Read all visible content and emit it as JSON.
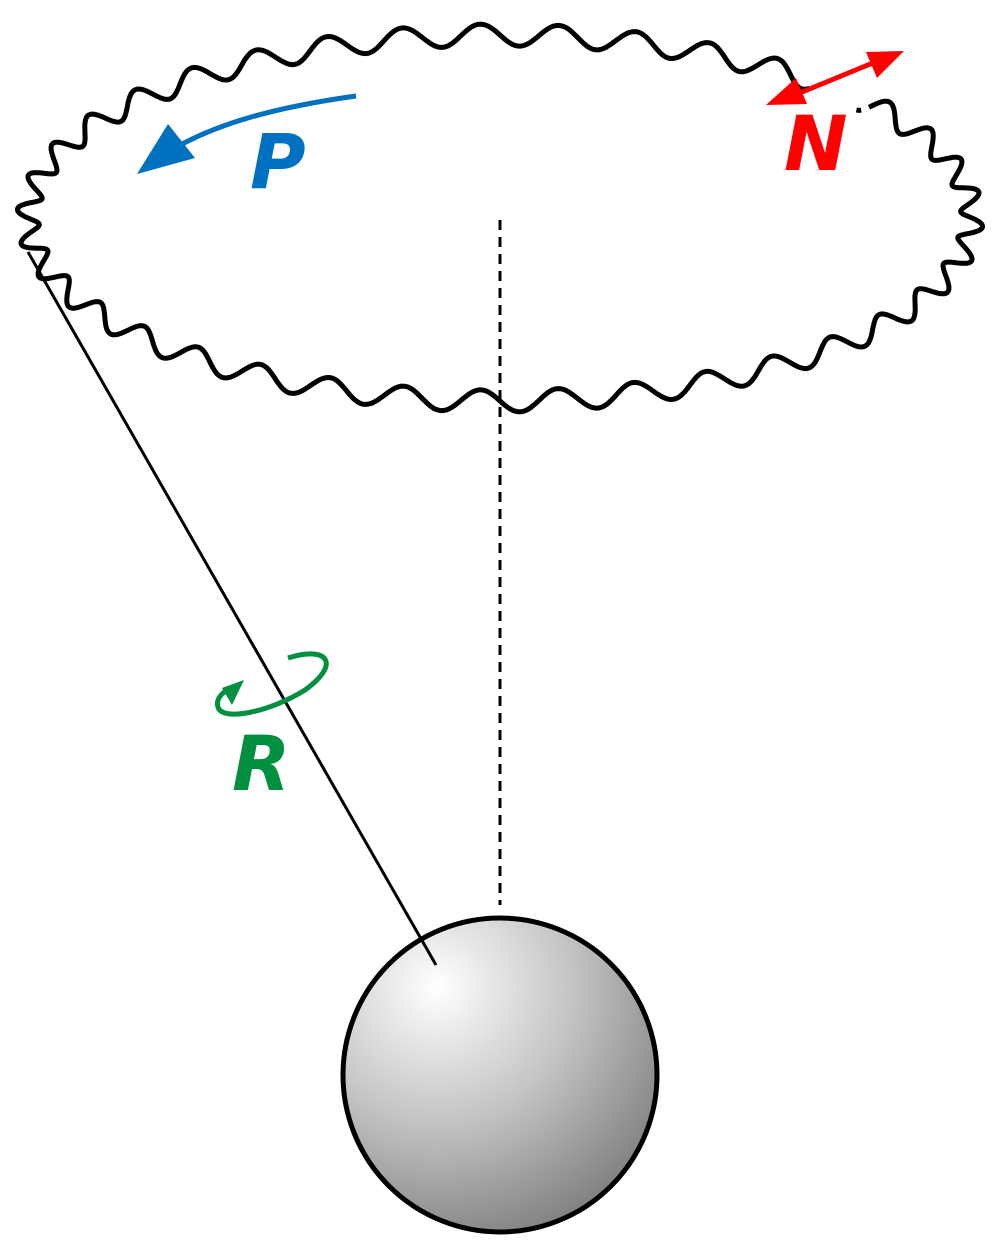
{
  "labels": {
    "precession": "P",
    "nutation": "N",
    "rotation": "R"
  },
  "colors": {
    "precession": "#0070c0",
    "nutation": "#ff0000",
    "rotation": "#009040",
    "outline": "#000000"
  }
}
